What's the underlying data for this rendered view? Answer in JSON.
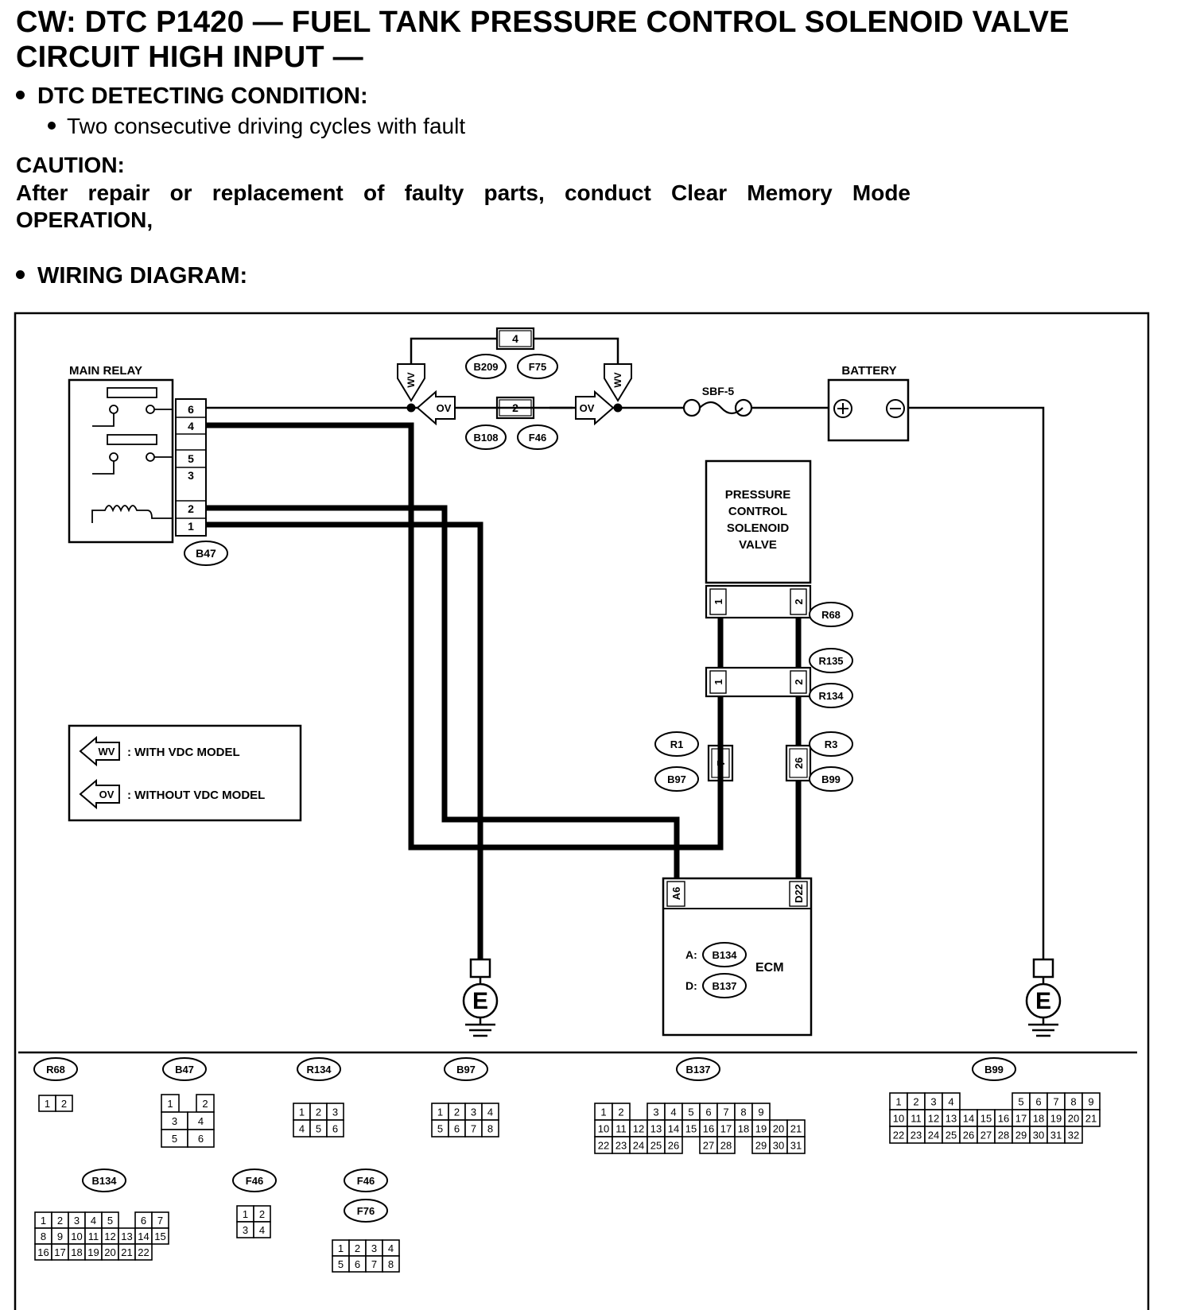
{
  "title": "CW:  DTC P1420 — FUEL TANK PRESSURE CONTROL SOLENOID VALVE CIRCUIT HIGH INPUT —",
  "dtc_condition": {
    "heading": "DTC DETECTING CONDITION:",
    "items": [
      "Two consecutive driving cycles with fault"
    ]
  },
  "caution": {
    "heading": "CAUTION:",
    "text": "After repair or replacement of faulty parts, conduct Clear Memory Mode OPERATION,"
  },
  "wiring_heading": "WIRING DIAGRAM:",
  "diagram": {
    "main_relay": "MAIN RELAY",
    "main_relay_pins": [
      "6",
      "4",
      "5",
      "3",
      "2",
      "1"
    ],
    "main_relay_connector": "B47",
    "wv_tag": "WV",
    "ov_tag": "OV",
    "junction_top_pin": "4",
    "junction_top_connectors": [
      "B209",
      "F75"
    ],
    "junction_mid_pin": "2",
    "junction_mid_connectors": [
      "B108",
      "F46"
    ],
    "fuse": "SBF-5",
    "battery": "BATTERY",
    "valve_label": [
      "PRESSURE",
      "CONTROL",
      "SOLENOID",
      "VALVE"
    ],
    "valve_pins": [
      "1",
      "2"
    ],
    "valve_connector": "R68",
    "inline_connectors": [
      "R135",
      "R134"
    ],
    "left_connectors": [
      "R1",
      "B97"
    ],
    "left_pin": "7",
    "right_connectors": [
      "R3",
      "B99"
    ],
    "right_pin": "26",
    "ecm_pins": [
      "A6",
      "D22"
    ],
    "ecm": "ECM",
    "ecm_a_prefix": "A:",
    "ecm_a_connector": "B134",
    "ecm_d_prefix": "D:",
    "ecm_d_connector": "B137",
    "ground": "E",
    "legend_wv": ": WITH VDC MODEL",
    "legend_ov": ": WITHOUT VDC MODEL"
  },
  "connector_views": {
    "r68": {
      "name": "R68",
      "rows": [
        [
          "1",
          "2"
        ]
      ]
    },
    "b47": {
      "name": "B47",
      "rows": [
        [
          "1",
          "",
          "2"
        ],
        [
          "3",
          "4"
        ],
        [
          "5",
          "6"
        ]
      ]
    },
    "r134": {
      "name": "R134",
      "rows": [
        [
          "1",
          "2",
          "3"
        ],
        [
          "4",
          "5",
          "6"
        ]
      ]
    },
    "b97": {
      "name": "B97",
      "rows": [
        [
          "1",
          "2",
          "3",
          "4"
        ],
        [
          "5",
          "6",
          "7",
          "8"
        ]
      ]
    },
    "b137": {
      "name": "B137",
      "rows": [
        [
          "1",
          "2",
          "",
          "3",
          "4",
          "5",
          "6",
          "7",
          "8",
          "9"
        ],
        [
          "10",
          "11",
          "12",
          "13",
          "14",
          "15",
          "16",
          "17",
          "18",
          "19",
          "20",
          "21"
        ],
        [
          "22",
          "23",
          "24",
          "25",
          "26",
          "",
          "27",
          "28",
          "",
          "29",
          "30",
          "31"
        ]
      ]
    },
    "b99": {
      "name": "B99",
      "rows": [
        [
          "1",
          "2",
          "3",
          "4",
          "",
          "",
          "",
          "5",
          "6",
          "7",
          "8",
          "9"
        ],
        [
          "10",
          "11",
          "12",
          "13",
          "14",
          "15",
          "16",
          "17",
          "18",
          "19",
          "20",
          "21"
        ],
        [
          "22",
          "23",
          "24",
          "25",
          "26",
          "27",
          "28",
          "29",
          "30",
          "31",
          "32"
        ]
      ]
    },
    "b134": {
      "name": "B134",
      "rows": [
        [
          "1",
          "2",
          "3",
          "4",
          "5",
          "",
          "6",
          "7"
        ],
        [
          "8",
          "9",
          "10",
          "11",
          "12",
          "13",
          "14",
          "15"
        ],
        [
          "16",
          "17",
          "18",
          "19",
          "20",
          "21",
          "22"
        ]
      ]
    },
    "f46": {
      "name": "F46",
      "rows": [
        [
          "1",
          "2"
        ],
        [
          "3",
          "4"
        ]
      ]
    },
    "f46_f76": {
      "names": [
        "F46",
        "F76"
      ],
      "rows": [
        [
          "1",
          "2",
          "3",
          "4"
        ],
        [
          "5",
          "6",
          "7",
          "8"
        ]
      ]
    }
  }
}
